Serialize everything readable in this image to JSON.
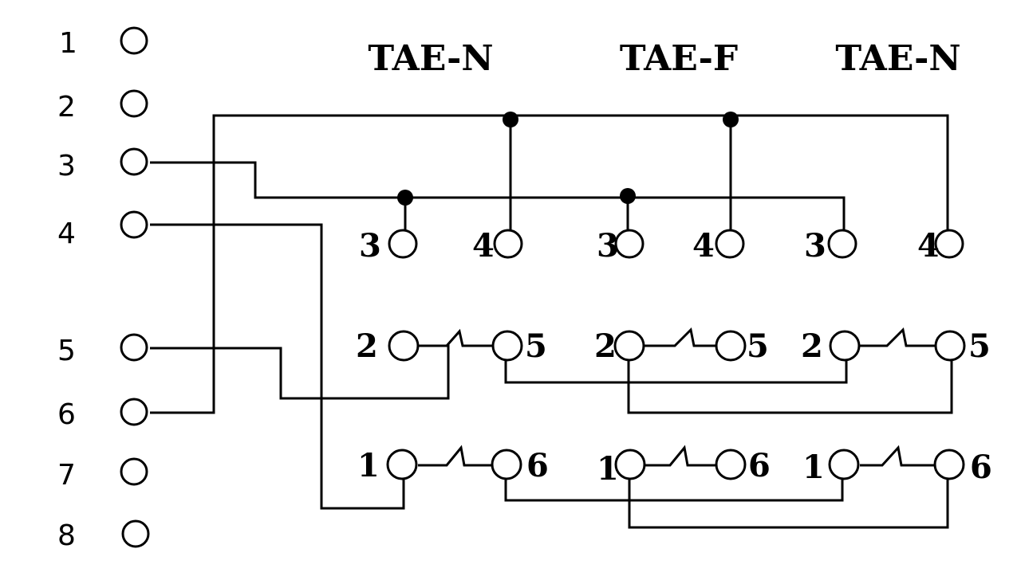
{
  "socket": {
    "pins": [
      "1",
      "2",
      "3",
      "4",
      "5",
      "6",
      "7",
      "8"
    ]
  },
  "units": [
    {
      "title": "TAE-N",
      "top_pins": [
        "3",
        "4"
      ],
      "switch_pins": [
        [
          "2",
          "5"
        ],
        [
          "1",
          "6"
        ]
      ]
    },
    {
      "title": "TAE-F",
      "top_pins": [
        "3",
        "4"
      ],
      "switch_pins": [
        [
          "2",
          "5"
        ],
        [
          "1",
          "6"
        ]
      ]
    },
    {
      "title": "TAE-N",
      "top_pins": [
        "3",
        "4"
      ],
      "switch_pins": [
        [
          "2",
          "5"
        ],
        [
          "1",
          "6"
        ]
      ]
    }
  ],
  "colors": {
    "line": "#000000",
    "background": "#ffffff"
  }
}
